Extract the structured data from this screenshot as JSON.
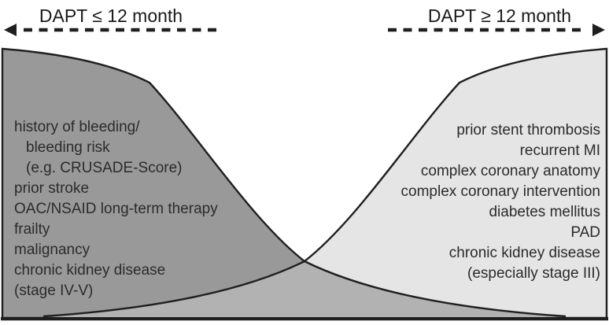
{
  "header": {
    "left_title": "DAPT ≤ 12 month",
    "right_title": "DAPT ≥ 12 month"
  },
  "left_panel": {
    "items": [
      "history of bleeding/",
      "bleeding risk",
      "(e.g. CRUSADE-Score)",
      "prior stroke",
      "OAC/NSAID long-term therapy",
      "frailty",
      "malignancy",
      "chronic kidney disease",
      "(stage IV-V)"
    ]
  },
  "right_panel": {
    "items": [
      "prior stent thrombosis",
      "recurrent MI",
      "complex coronary anatomy",
      "complex coronary intervention",
      "diabetes mellitus",
      "PAD",
      "chronic kidney disease",
      "(especially stage III)"
    ]
  },
  "colors": {
    "short_region": "#999999",
    "long_region": "#e5e5e5",
    "overlap_region": "#b2b2b2",
    "ink": "#1f1f1f",
    "text": "#2b2b2b"
  }
}
